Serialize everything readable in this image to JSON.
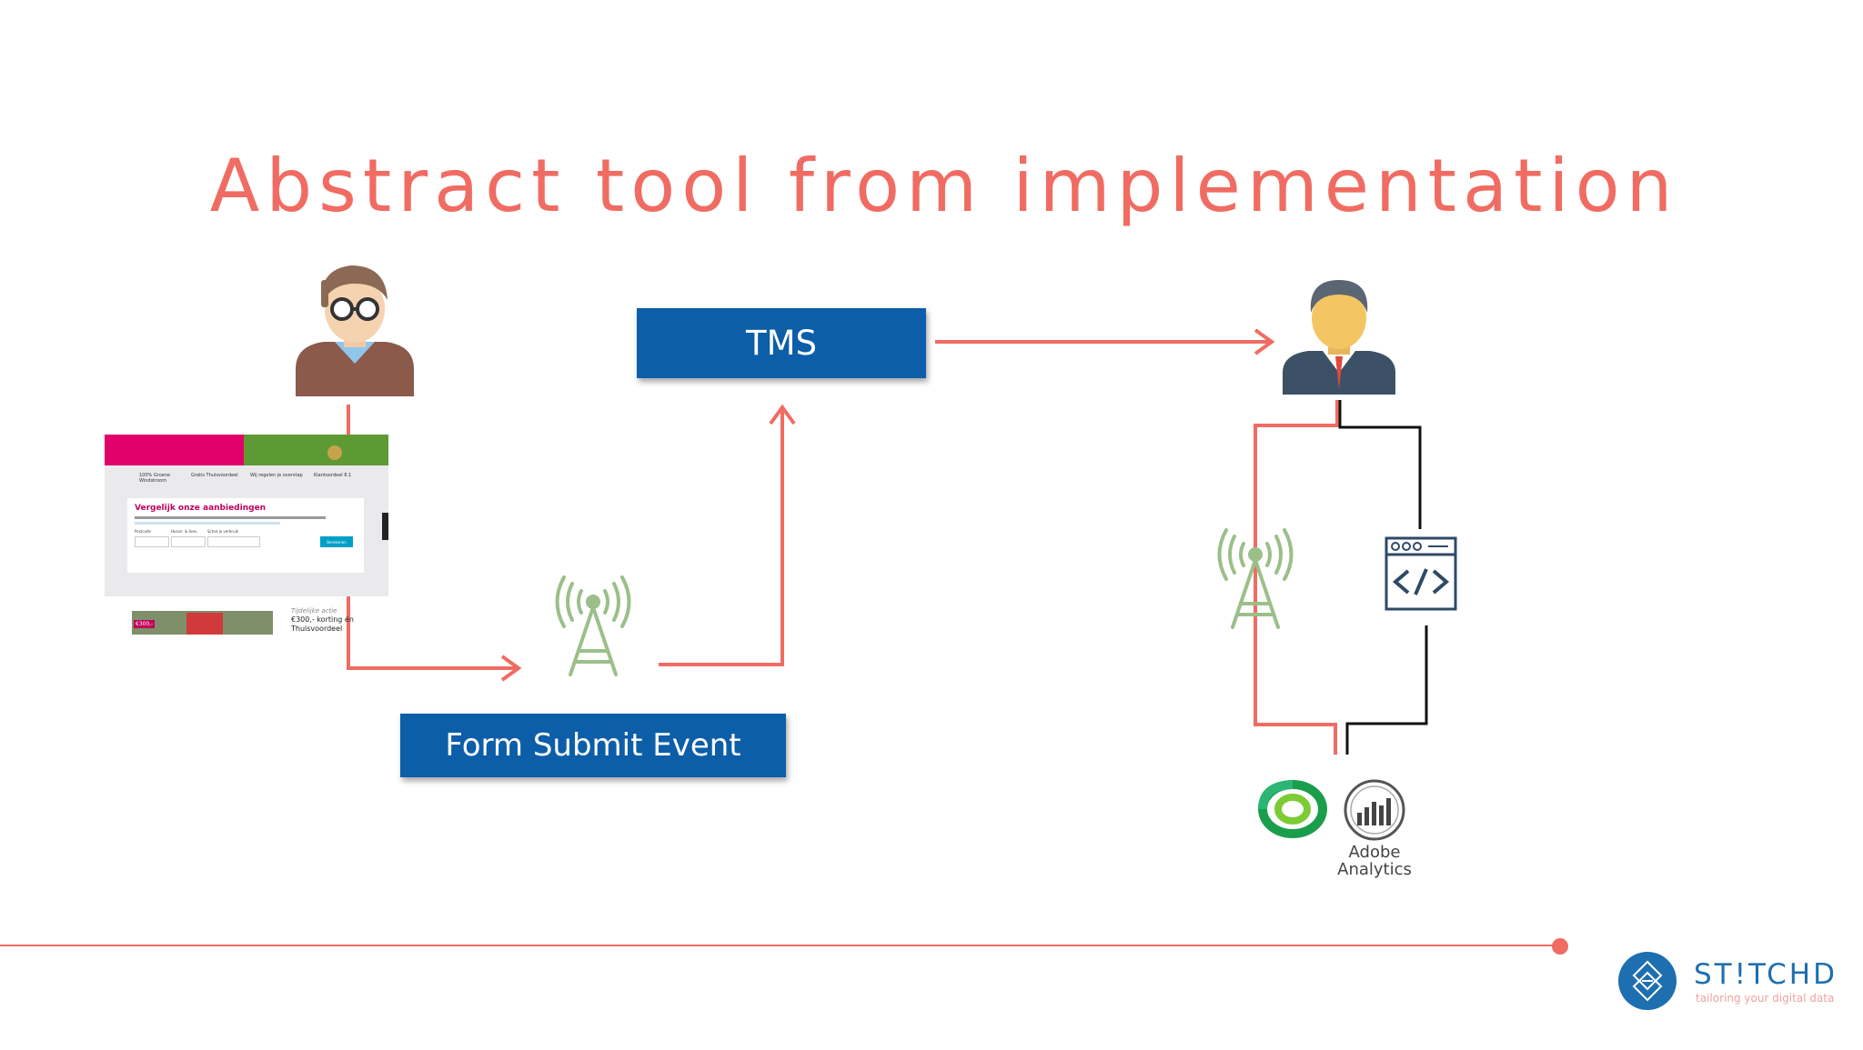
{
  "slide": {
    "title": "Abstract tool from implementation"
  },
  "boxes": {
    "tms": "TMS",
    "form_submit": "Form Submit Event"
  },
  "website_thumbnail": {
    "heading": "Vergelijk onze aanbiedingen",
    "promo_label": "Tijdelijke actie",
    "promo_line1": "€300,- korting én",
    "promo_line2": "Thuisvoordeel",
    "badge": "€300,-",
    "feature1": "100% Groene Windstroom",
    "feature2": "Gratis Thuisvoordeel",
    "feature3": "Wij regelen je overstap",
    "feature4": "Klantoordeel 8.1",
    "button": "Berekenen",
    "field1": "Postcode",
    "field2": "Huisnr. & toev.",
    "field3": "Schat je verbruik"
  },
  "tools": {
    "adobe_line1": "Adobe",
    "adobe_line2": "Analytics"
  },
  "brand": {
    "name": "ST!TCHD",
    "tagline": "tailoring your digital data"
  },
  "colors": {
    "accent": "#f06c63",
    "box": "#0d5ea8",
    "antenna": "#9cbf8a",
    "brand": "#1e6fb0"
  },
  "icons": [
    "developer-avatar-icon",
    "business-user-avatar-icon",
    "antenna-icon",
    "code-window-icon",
    "google-tag-manager-icon",
    "adobe-analytics-icon",
    "stitchd-logo-icon"
  ]
}
